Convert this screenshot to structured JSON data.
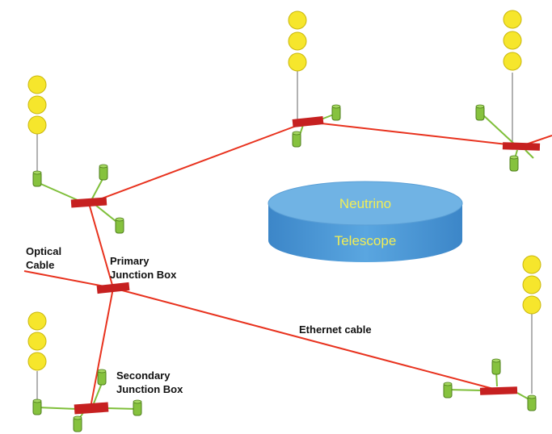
{
  "labels": {
    "optical_cable_line1": "Optical",
    "optical_cable_line2": "Cable",
    "primary_jb_line1": "Primary",
    "primary_jb_line2": "Junction Box",
    "ethernet_cable": "Ethernet cable",
    "secondary_jb_line1": "Secondary",
    "secondary_jb_line2": "Junction Box"
  },
  "telescope": {
    "line1": "Neutrino",
    "line2": "Telescope"
  },
  "colors": {
    "cable": "#e8321e",
    "junction_box": "#c62020",
    "sensor": "#f5e52a",
    "module": "#7fbf3a",
    "telescope_top": "#6fb1e0",
    "telescope_side": "#3f8fd0"
  }
}
